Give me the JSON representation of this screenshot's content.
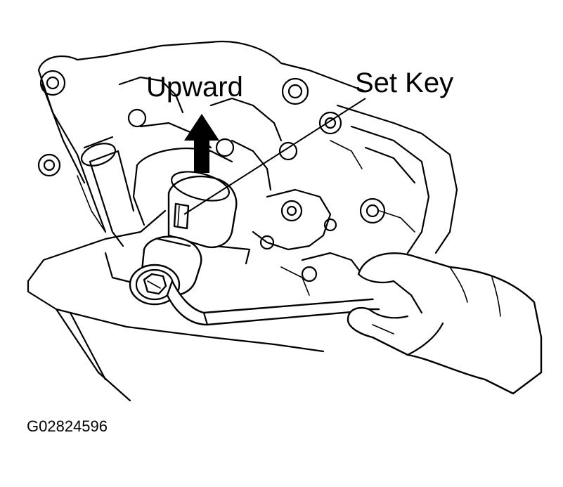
{
  "labels": {
    "upward": "Upward",
    "set_key": "Set Key",
    "figure_id": "G02824596"
  },
  "colors": {
    "ink": "#000000",
    "background": "#ffffff"
  }
}
